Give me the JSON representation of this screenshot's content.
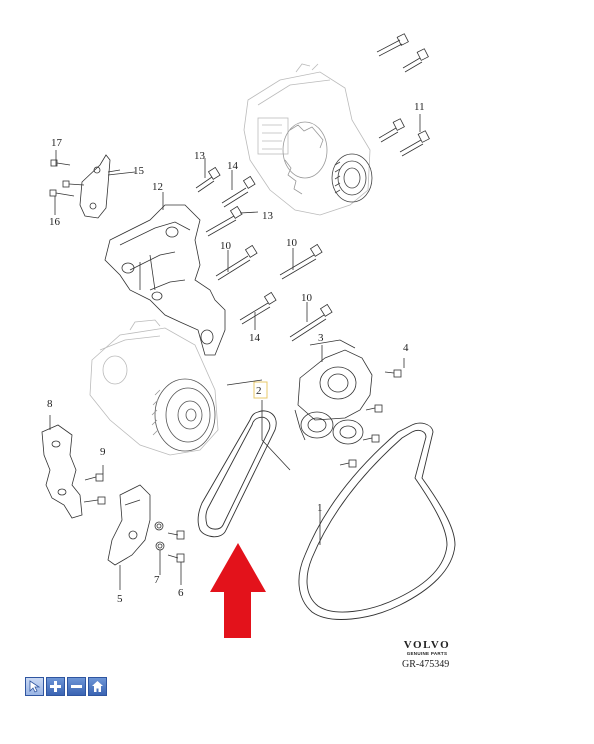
{
  "diagram": {
    "callouts": [
      "1",
      "2",
      "3",
      "4",
      "5",
      "6",
      "7",
      "8",
      "9",
      "10",
      "10",
      "10",
      "11",
      "12",
      "13",
      "13",
      "14",
      "14",
      "15",
      "16",
      "17"
    ]
  },
  "brand": {
    "name": "VOLVO",
    "sub": "GENUINE PARTS",
    "reference": "GR-475349"
  },
  "toolbar": {
    "buttons": [
      "pointer-icon",
      "zoom-in-icon",
      "zoom-out-icon",
      "home-icon"
    ]
  },
  "colors": {
    "arrow": "#e3121b",
    "line": "#333333",
    "button": "#3a64b3"
  }
}
